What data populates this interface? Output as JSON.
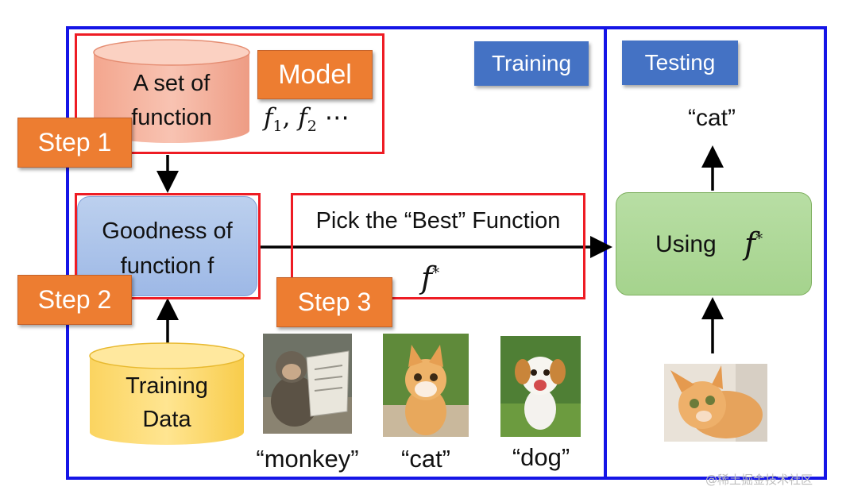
{
  "training_label": "Training",
  "testing_label": "Testing",
  "model": {
    "cylinder_text": "A set of\nfunction",
    "tag": "Model",
    "formula_f1": "f",
    "formula_sub1": "1",
    "formula_sep": ",",
    "formula_f2": "f",
    "formula_sub2": "2",
    "formula_dots": "⋯"
  },
  "step1": "Step 1",
  "step2": "Step 2",
  "step3": "Step 3",
  "goodness": "Goodness of\nfunction f",
  "pick_best": "Pick the “Best” Function",
  "f_star": "f",
  "star": "*",
  "training_data": "Training\nData",
  "examples": [
    {
      "caption": "“monkey”",
      "icon": "monkey-photo"
    },
    {
      "caption": "“cat”",
      "icon": "kitten-photo"
    },
    {
      "caption": "“dog”",
      "icon": "puppy-photo"
    }
  ],
  "testing": {
    "using": "Using",
    "output": "“cat”",
    "icon": "cat-photo"
  },
  "watermark": "@稀土掘金技术社区",
  "colors": {
    "frame_blue": "#1515e6",
    "red": "#ee1c24",
    "orange": "#ed7d31",
    "tag_blue": "#4472c4"
  }
}
